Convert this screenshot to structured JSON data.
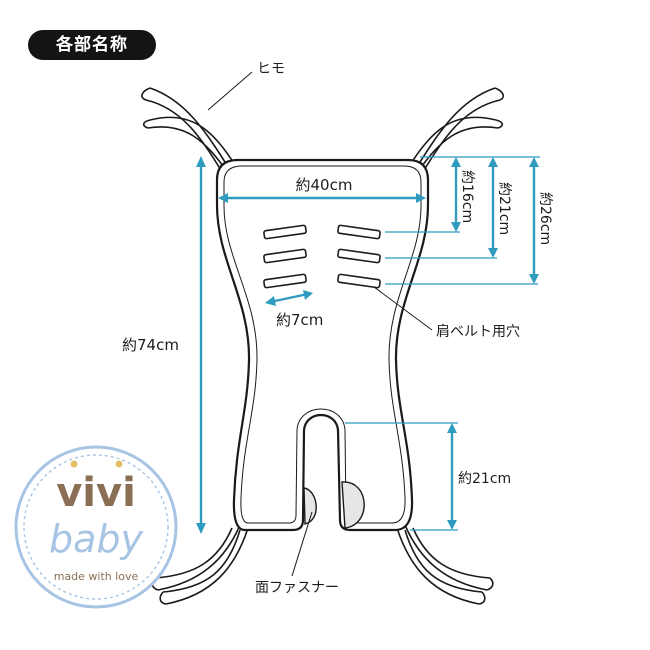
{
  "title": "各部名称",
  "labels": {
    "strap": "ヒモ",
    "shoulder_belt_hole": "肩ベルト用穴",
    "hook_loop": "面ファスナー"
  },
  "dimensions": {
    "width": "約40cm",
    "height": "約74cm",
    "slot": "約7cm",
    "d16": "約16cm",
    "d21_top": "約21cm",
    "d26": "約26cm",
    "d21_bottom": "約21cm"
  },
  "logo": {
    "line1": "vivi",
    "line2": "baby",
    "tagline": "made with love"
  },
  "colors": {
    "dimension": "#2f9bbf",
    "logo_blue": "#a7c4e4",
    "logo_brown": "#8a6f55",
    "logo_gold": "#e3c067"
  }
}
